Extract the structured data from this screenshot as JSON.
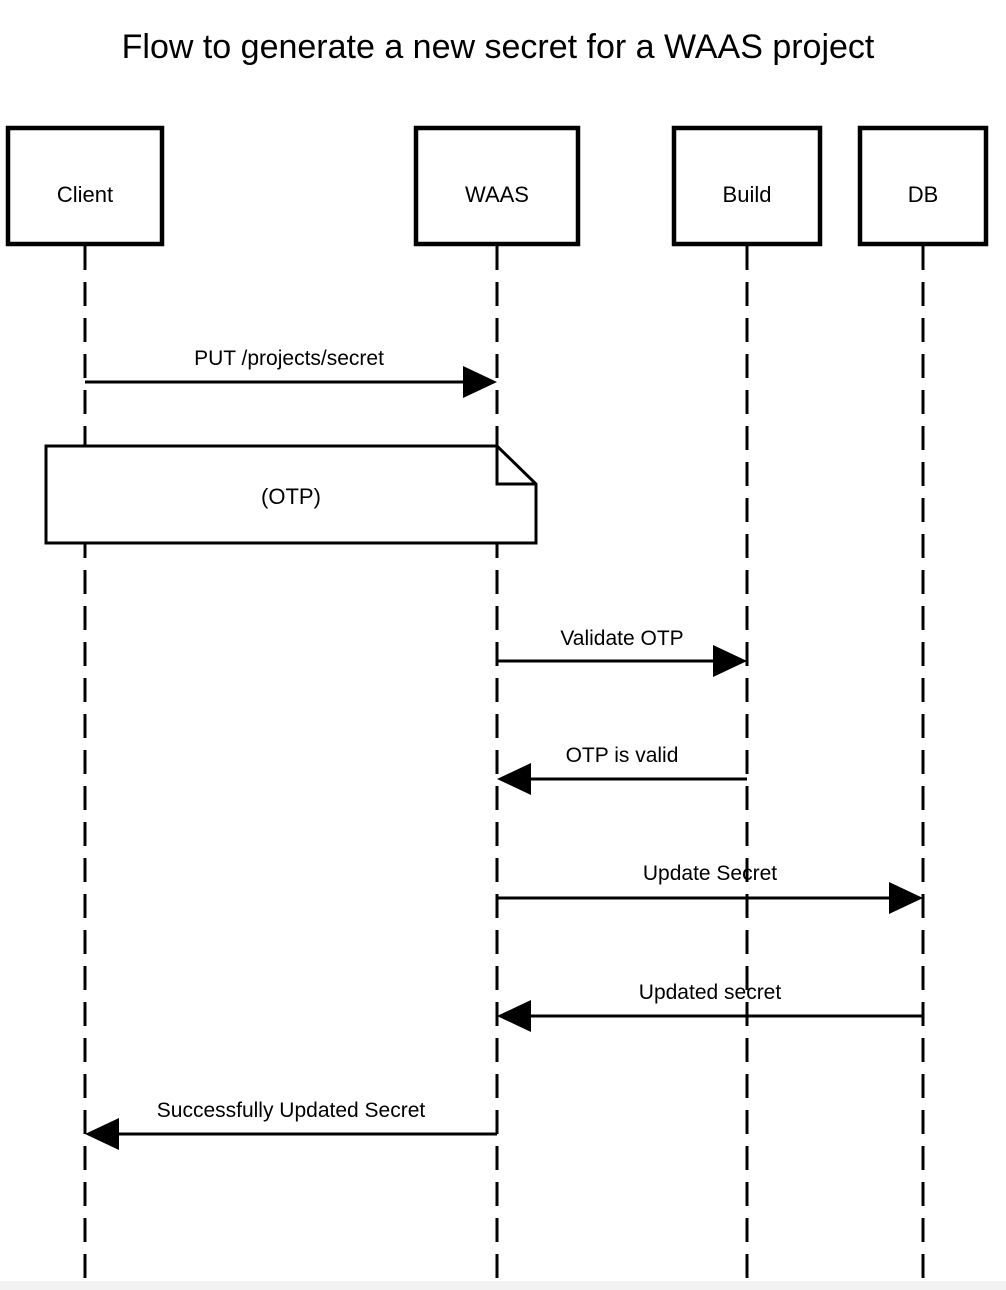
{
  "title": "Flow to generate a new secret for a WAAS project",
  "participants": [
    {
      "id": "client",
      "label": "Client"
    },
    {
      "id": "waas",
      "label": "WAAS"
    },
    {
      "id": "build",
      "label": "Build"
    },
    {
      "id": "db",
      "label": "DB"
    }
  ],
  "messages": [
    {
      "label": "PUT /projects/secret",
      "from": "client",
      "to": "waas"
    },
    {
      "label": "Validate OTP",
      "from": "waas",
      "to": "build"
    },
    {
      "label": "OTP is valid",
      "from": "build",
      "to": "waas"
    },
    {
      "label": "Update Secret",
      "from": "waas",
      "to": "db"
    },
    {
      "label": "Updated secret",
      "from": "db",
      "to": "waas"
    },
    {
      "label": "Successfully Updated Secret",
      "from": "waas",
      "to": "client"
    }
  ],
  "note": {
    "label": "(OTP)",
    "over": [
      "client",
      "waas"
    ]
  },
  "colors": {
    "line": "#000000",
    "background": "#ffffff"
  }
}
